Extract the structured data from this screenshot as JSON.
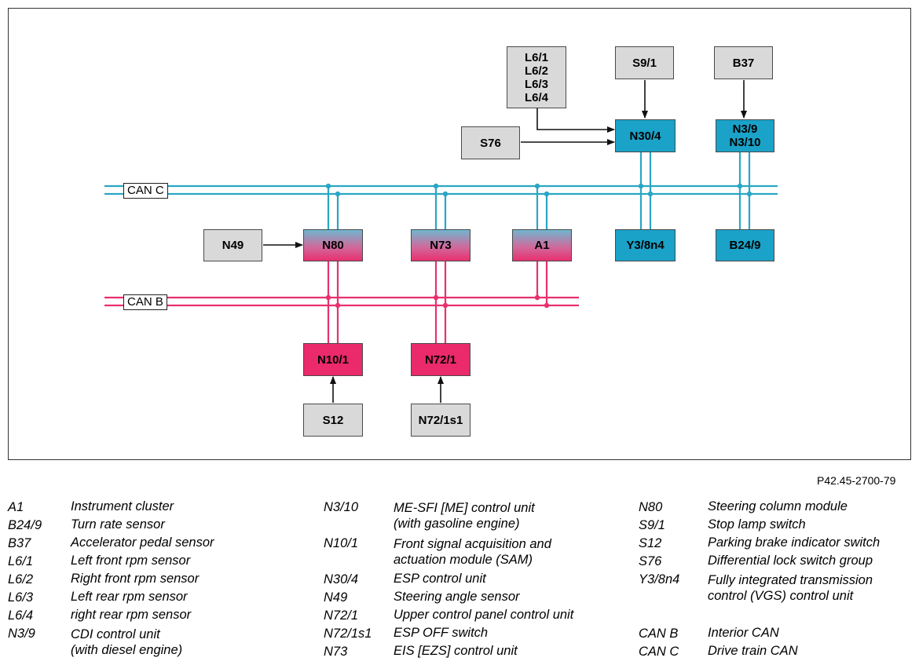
{
  "reference": "P42.45-2700-79",
  "colors": {
    "can_c": "#2aa6c4",
    "can_b": "#e8306f",
    "blue_unit": "#1aa2c8",
    "pink_unit": "#ea2a6a",
    "gray_box": "#d9d9d9"
  },
  "buses": {
    "can_c": "CAN C",
    "can_b": "CAN B"
  },
  "nodes": {
    "l6": [
      "L6/1",
      "L6/2",
      "L6/3",
      "L6/4"
    ],
    "s9_1": "S9/1",
    "b37": "B37",
    "s76": "S76",
    "n30_4": "N30/4",
    "n3": [
      "N3/9",
      "N3/10"
    ],
    "n49": "N49",
    "n80": "N80",
    "n73": "N73",
    "a1": "A1",
    "y3_8n4": "Y3/8n4",
    "b24_9": "B24/9",
    "n10_1": "N10/1",
    "n72_1": "N72/1",
    "s12": "S12",
    "n72_1s1": "N72/1s1"
  },
  "legend": {
    "col1": [
      {
        "code": "A1",
        "desc": "Instrument cluster"
      },
      {
        "code": "B24/9",
        "desc": "Turn rate sensor"
      },
      {
        "code": "B37",
        "desc": "Accelerator pedal sensor"
      },
      {
        "code": "L6/1",
        "desc": "Left front rpm sensor"
      },
      {
        "code": "L6/2",
        "desc": "Right front rpm sensor"
      },
      {
        "code": "L6/3",
        "desc": "Left rear rpm sensor"
      },
      {
        "code": "L6/4",
        "desc": "right rear rpm sensor"
      },
      {
        "code": "N3/9",
        "desc": "CDI control unit\n(with diesel engine)"
      }
    ],
    "col2": [
      {
        "code": "N3/10",
        "desc": "ME-SFI [ME] control unit\n(with gasoline engine)"
      },
      {
        "code": "N10/1",
        "desc": "Front signal acquisition and\nactuation module (SAM)"
      },
      {
        "code": "N30/4",
        "desc": "ESP control unit"
      },
      {
        "code": "N49",
        "desc": "Steering angle sensor"
      },
      {
        "code": "N72/1",
        "desc": "Upper control panel control unit"
      },
      {
        "code": "N72/1s1",
        "desc": "ESP OFF switch"
      },
      {
        "code": "N73",
        "desc": "EIS [EZS] control unit"
      }
    ],
    "col3": [
      {
        "code": "N80",
        "desc": "Steering column module"
      },
      {
        "code": "S9/1",
        "desc": "Stop lamp switch"
      },
      {
        "code": "S12",
        "desc": "Parking brake indicator switch"
      },
      {
        "code": "S76",
        "desc": "Differential lock switch group"
      },
      {
        "code": "Y3/8n4",
        "desc": "Fully integrated transmission\ncontrol (VGS) control unit"
      },
      {
        "code": "CAN B",
        "desc": "Interior CAN"
      },
      {
        "code": "CAN C",
        "desc": "Drive train CAN"
      }
    ]
  }
}
